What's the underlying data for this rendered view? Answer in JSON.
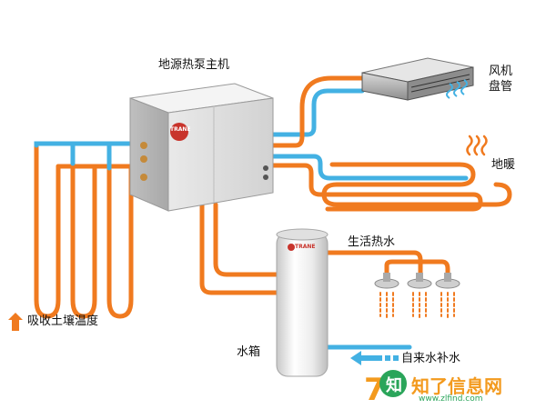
{
  "labels": {
    "main_unit": "地源热泵主机",
    "fan_coil": "风机盘管",
    "floor_heating": "地暖",
    "hot_water": "生活热水",
    "tank": "水箱",
    "tap_water": "自来水补水",
    "ground_temp": "吸收土壤温度"
  },
  "brand": {
    "unit_logo": "TRANE",
    "tank_logo": "TRANE"
  },
  "watermark": {
    "logo_text": "知了信息网",
    "url": "www.zlfind.com"
  },
  "colors": {
    "hot_pipe": "#f07a1f",
    "cold_pipe": "#43b1e3",
    "arrow_orange": "#f07a1f",
    "arrow_blue": "#43b1e3",
    "watermark_orange": "#f39a1e",
    "watermark_green": "#2aa55a"
  },
  "icons": [
    "up-arrow-icon",
    "left-arrow-icon",
    "steam-icon",
    "spray-icon"
  ]
}
